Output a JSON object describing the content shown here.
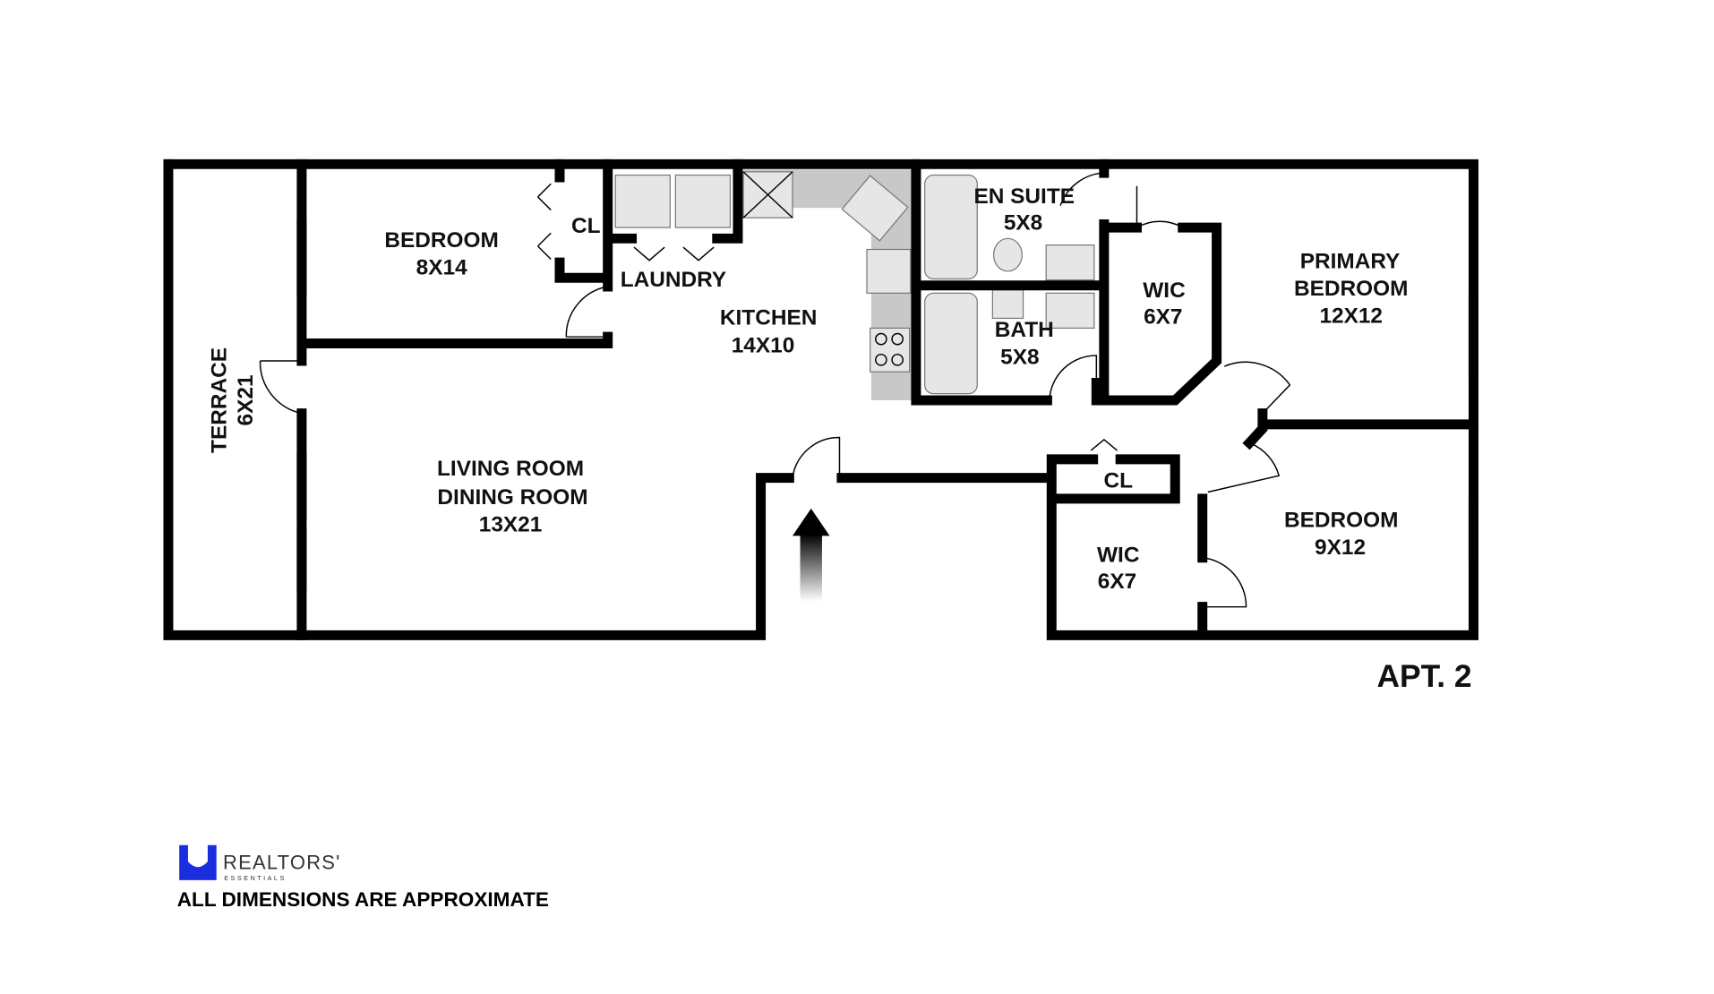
{
  "plan": {
    "title": "APT. 2",
    "rooms": [
      {
        "name": "TERRACE",
        "size": "6X21"
      },
      {
        "name": "BEDROOM",
        "size": "8X14"
      },
      {
        "name": "CL"
      },
      {
        "name": "LAUNDRY"
      },
      {
        "name": "KITCHEN",
        "size": "14X10"
      },
      {
        "name": "LIVING ROOM",
        "name2": "DINING ROOM",
        "size": "13X21"
      },
      {
        "name": "EN SUITE",
        "size": "5X8"
      },
      {
        "name": "BATH",
        "size": "5X8"
      },
      {
        "name": "WIC",
        "size": "6X7"
      },
      {
        "name": "PRIMARY",
        "name2": "BEDROOM",
        "size": "12X12"
      },
      {
        "name": "CL"
      },
      {
        "name": "WIC",
        "size": "6X7"
      },
      {
        "name": "BEDROOM",
        "size": "9X12"
      }
    ]
  },
  "footer": {
    "logo_text": "REALTORS'",
    "logo_sub": "ESSENTIALS",
    "logo_color": "#1a2ee0",
    "disclaimer": "ALL DIMENSIONS ARE APPROXIMATE"
  }
}
